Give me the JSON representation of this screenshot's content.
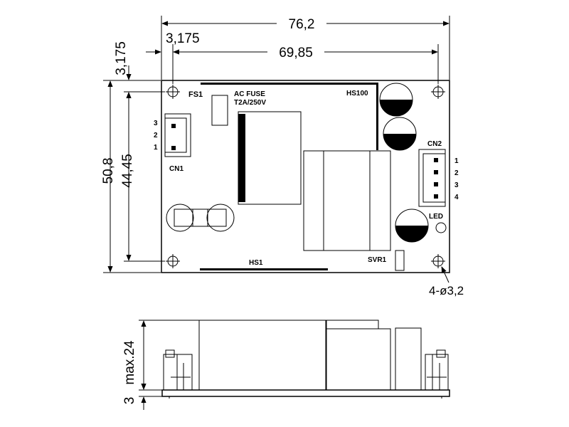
{
  "dimensions": {
    "total_width": "76,2",
    "hole_offset_x": "3,175",
    "hole_span_x": "69,85",
    "hole_offset_y": "3,175",
    "total_height": "50,8",
    "hole_span_y": "44,45",
    "holes": "4-ø3,2",
    "side_height": "24",
    "side_max_prefix": "max.",
    "side_base": "3"
  },
  "components": {
    "fuse": "FS1",
    "ac_fuse_line1": "AC FUSE",
    "ac_fuse_line2": "T2A/250V",
    "heatsink_top": "HS100",
    "heatsink_bottom": "HS1",
    "cn1": "CN1",
    "cn1_pins": [
      "3",
      "2",
      "1"
    ],
    "cn2": "CN2",
    "cn2_pins": [
      "1",
      "2",
      "3",
      "4"
    ],
    "led": "LED",
    "svr": "SVR1"
  }
}
